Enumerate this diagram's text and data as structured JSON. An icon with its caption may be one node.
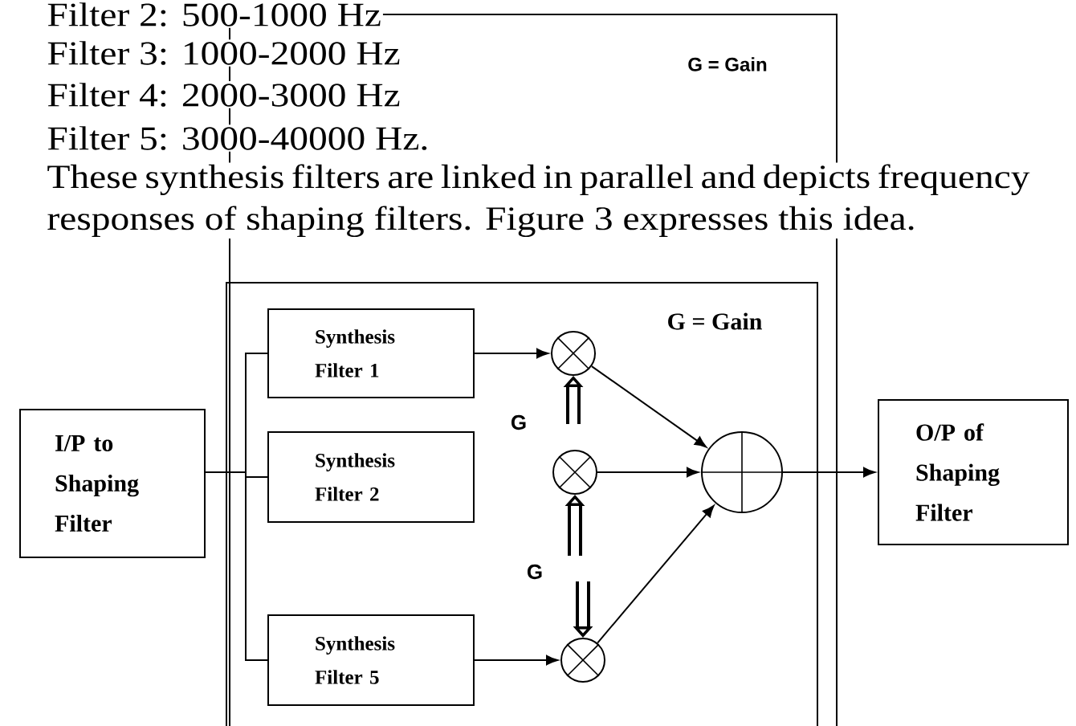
{
  "diagram": {
    "nodes": [
      {
        "text": [
          "I/P to Shaping Filter"
        ]
      },
      {
        "text": [
          "Synthesis Filter 1"
        ]
      },
      {
        "text": [
          "Synthesis Filter 2"
        ]
      },
      {
        "text": [
          "Synthesis Filter 5"
        ]
      },
      {
        "text": [],
        "shape": "circle"
      },
      {
        "text": [],
        "shape": "circle"
      },
      {
        "text": [],
        "shape": "circle"
      },
      {
        "text": [],
        "shape": "circle"
      },
      {
        "text": [
          "O/P of Shaping Filter"
        ]
      }
    ],
    "edges": [
      {
        "from": 0,
        "to": 1,
        "arrow": "none"
      },
      {
        "from": 0,
        "to": 2,
        "arrow": "none"
      },
      {
        "from": 0,
        "to": 3,
        "arrow": "none"
      },
      {
        "from": 1,
        "to": 4,
        "arrow": "to"
      },
      {
        "from": 3,
        "to": 6,
        "arrow": "to"
      },
      {
        "from": 4,
        "to": 7,
        "arrow": "to"
      },
      {
        "from": 5,
        "to": 7,
        "arrow": "to"
      },
      {
        "from": 6,
        "to": 7,
        "arrow": "to"
      },
      {
        "from": 7,
        "to": 8,
        "arrow": "to"
      },
      {
        "from": null,
        "to": 4,
        "arrow": "to",
        "style": "thick"
      },
      {
        "from": null,
        "to": 5,
        "arrow": "to",
        "style": "thick"
      },
      {
        "from": null,
        "to": 6,
        "arrow": "to",
        "style": "thick"
      }
    ],
    "labels": [
      "Filter 2: 500-1000 Hz",
      "Filter 3: 1000-2000 Hz",
      "Filter 4: 2000-3000 Hz",
      "Filter 5: 3000-40000 Hz.",
      "These synthesis filters are linked in parallel and depicts frequency responses of shaping filters. Figure 3 expresses this idea.",
      "G = Gain",
      "G = Gain",
      "G",
      "G"
    ]
  }
}
